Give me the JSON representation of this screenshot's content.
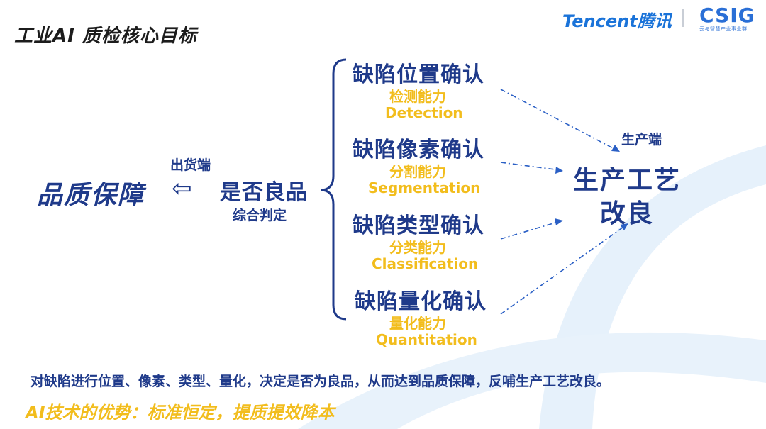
{
  "title": "工业AI 质检核心目标",
  "brand": {
    "name": "Tencent腾讯",
    "org": "CSIG",
    "org_sub": "云与智慧产业事业群"
  },
  "left": {
    "label": "品质保障",
    "caption": "出货端"
  },
  "middle": {
    "label": "是否良品",
    "caption": "综合判定"
  },
  "steps": [
    {
      "title": "缺陷位置确认",
      "capability": "检测能力",
      "english": "Detection"
    },
    {
      "title": "缺陷像素确认",
      "capability": "分割能力",
      "english": "Segmentation"
    },
    {
      "title": "缺陷类型确认",
      "capability": "分类能力",
      "english": "Classification"
    },
    {
      "title": "缺陷量化确认",
      "capability": "量化能力",
      "english": "Quantitation"
    }
  ],
  "right": {
    "caption": "生产端",
    "line1": "生产工艺",
    "line2": "改良"
  },
  "footer": {
    "summary": "对缺陷进行位置、像素、类型、量化，决定是否为良品，从而达到品质保障，反哺生产工艺改良。",
    "highlight": "AI技术的优势：标准恒定，提质提效降本"
  },
  "colors": {
    "navy": "#1f3a8a",
    "gold": "#f2bd1d",
    "brand_blue": "#1a73d9",
    "deco_light_blue": "#e6f1fb"
  },
  "icons": {
    "arrow_left": "⇦"
  }
}
